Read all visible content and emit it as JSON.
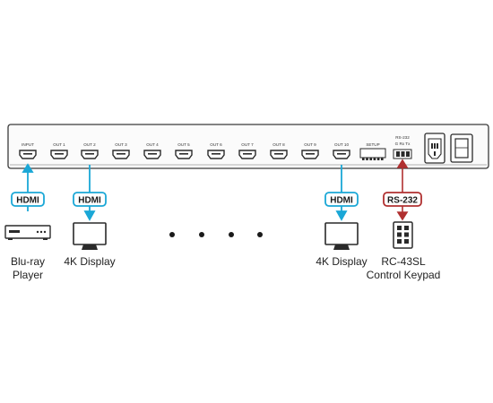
{
  "panel": {
    "port_labels": [
      "INPUT",
      "OUT 1",
      "OUT 2",
      "OUT 3",
      "OUT 4",
      "OUT 5",
      "OUT 6",
      "OUT 7",
      "OUT 8",
      "OUT 9",
      "OUT 10"
    ],
    "setup_label": "SETUP",
    "rs232_label_line1": "RS-232",
    "rs232_label_line2": "G Rx Tx"
  },
  "tags": {
    "hdmi_input": "HDMI",
    "hdmi_out2": "HDMI",
    "hdmi_out10": "HDMI",
    "rs232": "RS-232"
  },
  "devices": {
    "bluray_line1": "Blu-ray",
    "bluray_line2": "Player",
    "display_left": "4K Display",
    "display_right": "4K Display",
    "keypad_line1": "RC-43SL",
    "keypad_line2": "Control Keypad"
  },
  "colors": {
    "hdmi_cable": "#1aa7d6",
    "rs232_cable": "#b03030",
    "panel_stroke": "#3a3a3a"
  },
  "icons": {
    "source": "blu-ray-player-icon",
    "display": "monitor-icon",
    "keypad": "keypad-icon",
    "power": "power-inlet-icon",
    "switch": "power-switch-icon"
  }
}
